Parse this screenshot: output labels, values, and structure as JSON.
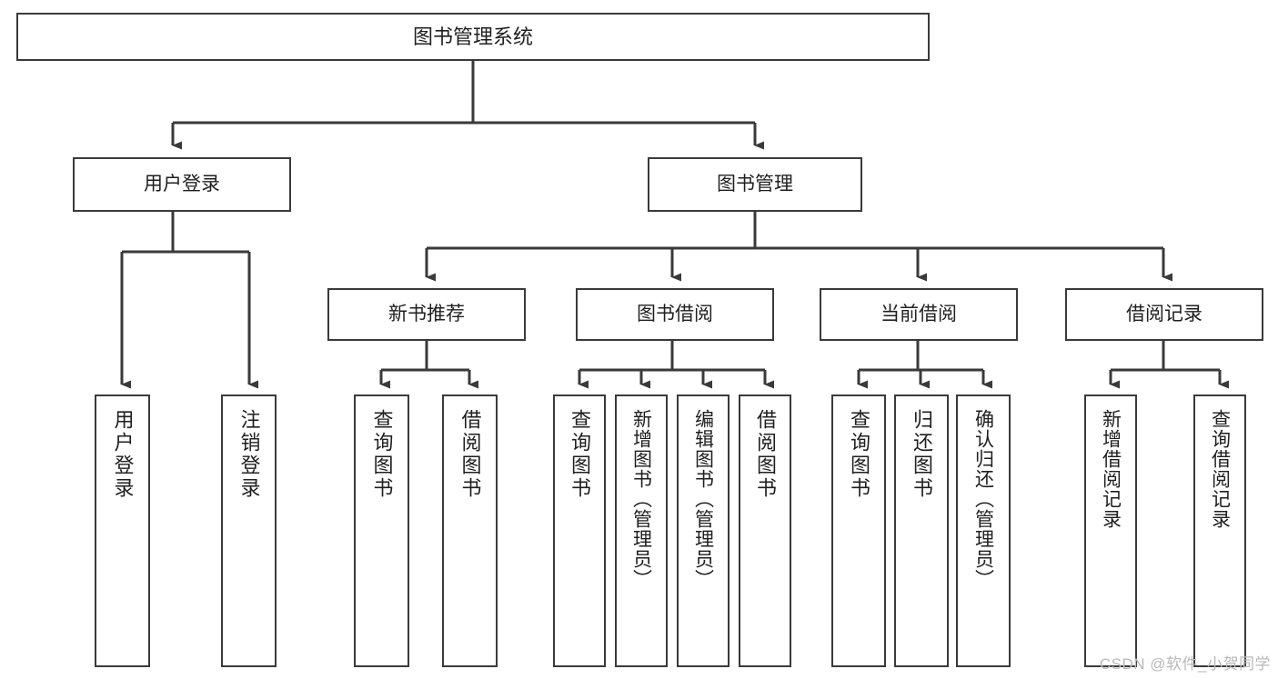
{
  "meta": {
    "title": "图书管理系统功能结构图",
    "watermark": "CSDN @软件_小贺同学",
    "stroke_color": "#3a3a3a",
    "background_color": "#ffffff",
    "text_color": "#1f1f1f"
  },
  "nodes": {
    "root": {
      "label": "图书管理系统"
    },
    "level2": [
      {
        "label": "用户登录"
      },
      {
        "label": "图书管理"
      }
    ],
    "level3": [
      {
        "label": "新书推荐"
      },
      {
        "label": "图书借阅"
      },
      {
        "label": "当前借阅"
      },
      {
        "label": "借阅记录"
      }
    ],
    "leaves": {
      "user_login": [
        {
          "label": "用户登录"
        },
        {
          "label": "注销登录"
        }
      ],
      "new_book_recommend": [
        {
          "label": "查询图书"
        },
        {
          "label": "借阅图书"
        }
      ],
      "book_borrow": [
        {
          "label": "查询图书"
        },
        {
          "label": "新增图书（管理员）"
        },
        {
          "label": "编辑图书（管理员）"
        },
        {
          "label": "借阅图书"
        }
      ],
      "current_borrow": [
        {
          "label": "查询图书"
        },
        {
          "label": "归还图书"
        },
        {
          "label": "确认归还（管理员）"
        }
      ],
      "borrow_record": [
        {
          "label": "新增借阅记录"
        },
        {
          "label": "查询借阅记录"
        }
      ]
    }
  },
  "tree": {
    "type": "hierarchy",
    "root": "图书管理系统",
    "children": [
      {
        "label": "用户登录",
        "children": [
          "用户登录",
          "注销登录"
        ]
      },
      {
        "label": "图书管理",
        "children": [
          {
            "label": "新书推荐",
            "children": [
              "查询图书",
              "借阅图书"
            ]
          },
          {
            "label": "图书借阅",
            "children": [
              "查询图书",
              "新增图书（管理员）",
              "编辑图书（管理员）",
              "借阅图书"
            ]
          },
          {
            "label": "当前借阅",
            "children": [
              "查询图书",
              "归还图书",
              "确认归还（管理员）"
            ]
          },
          {
            "label": "借阅记录",
            "children": [
              "新增借阅记录",
              "查询借阅记录"
            ]
          }
        ]
      }
    ]
  }
}
